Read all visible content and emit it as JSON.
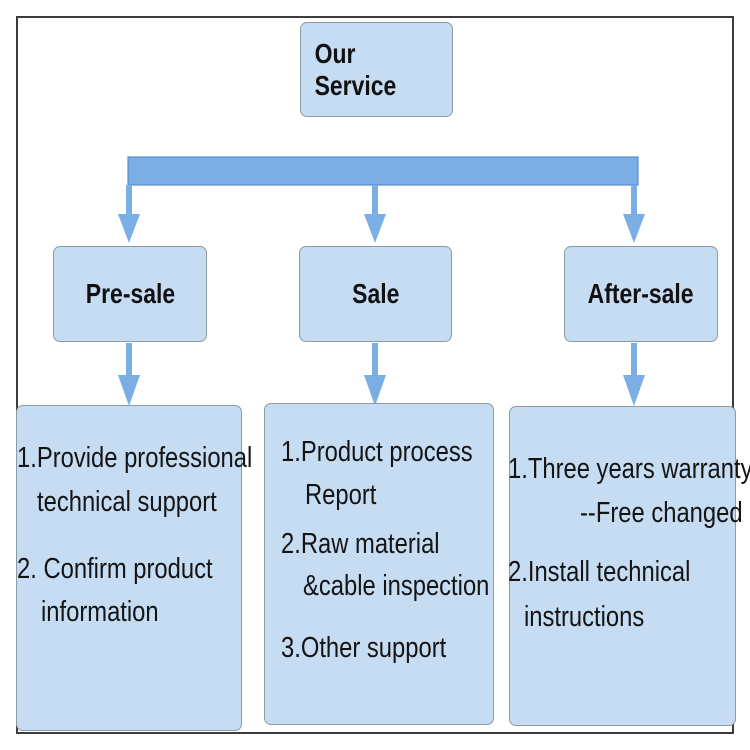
{
  "title": "Our Service",
  "colors": {
    "box_fill": "#c6dcf3",
    "box_border": "#8e9aa6",
    "bar_fill": "#7aaee4",
    "arrow": "#7aaee4",
    "frame": "#3c3c3c"
  },
  "columns": [
    {
      "header": "Pre-sale",
      "lines": [
        "1.Provide professional",
        "technical support",
        "2. Confirm product",
        "information"
      ]
    },
    {
      "header": "Sale",
      "lines": [
        "1.Product  process",
        "Report",
        "2.Raw material",
        "&cable inspection",
        "3.Other support"
      ]
    },
    {
      "header": "After-sale",
      "lines": [
        "1.Three years warranty",
        "--Free changed",
        "2.Install technical",
        "instructions"
      ]
    }
  ]
}
